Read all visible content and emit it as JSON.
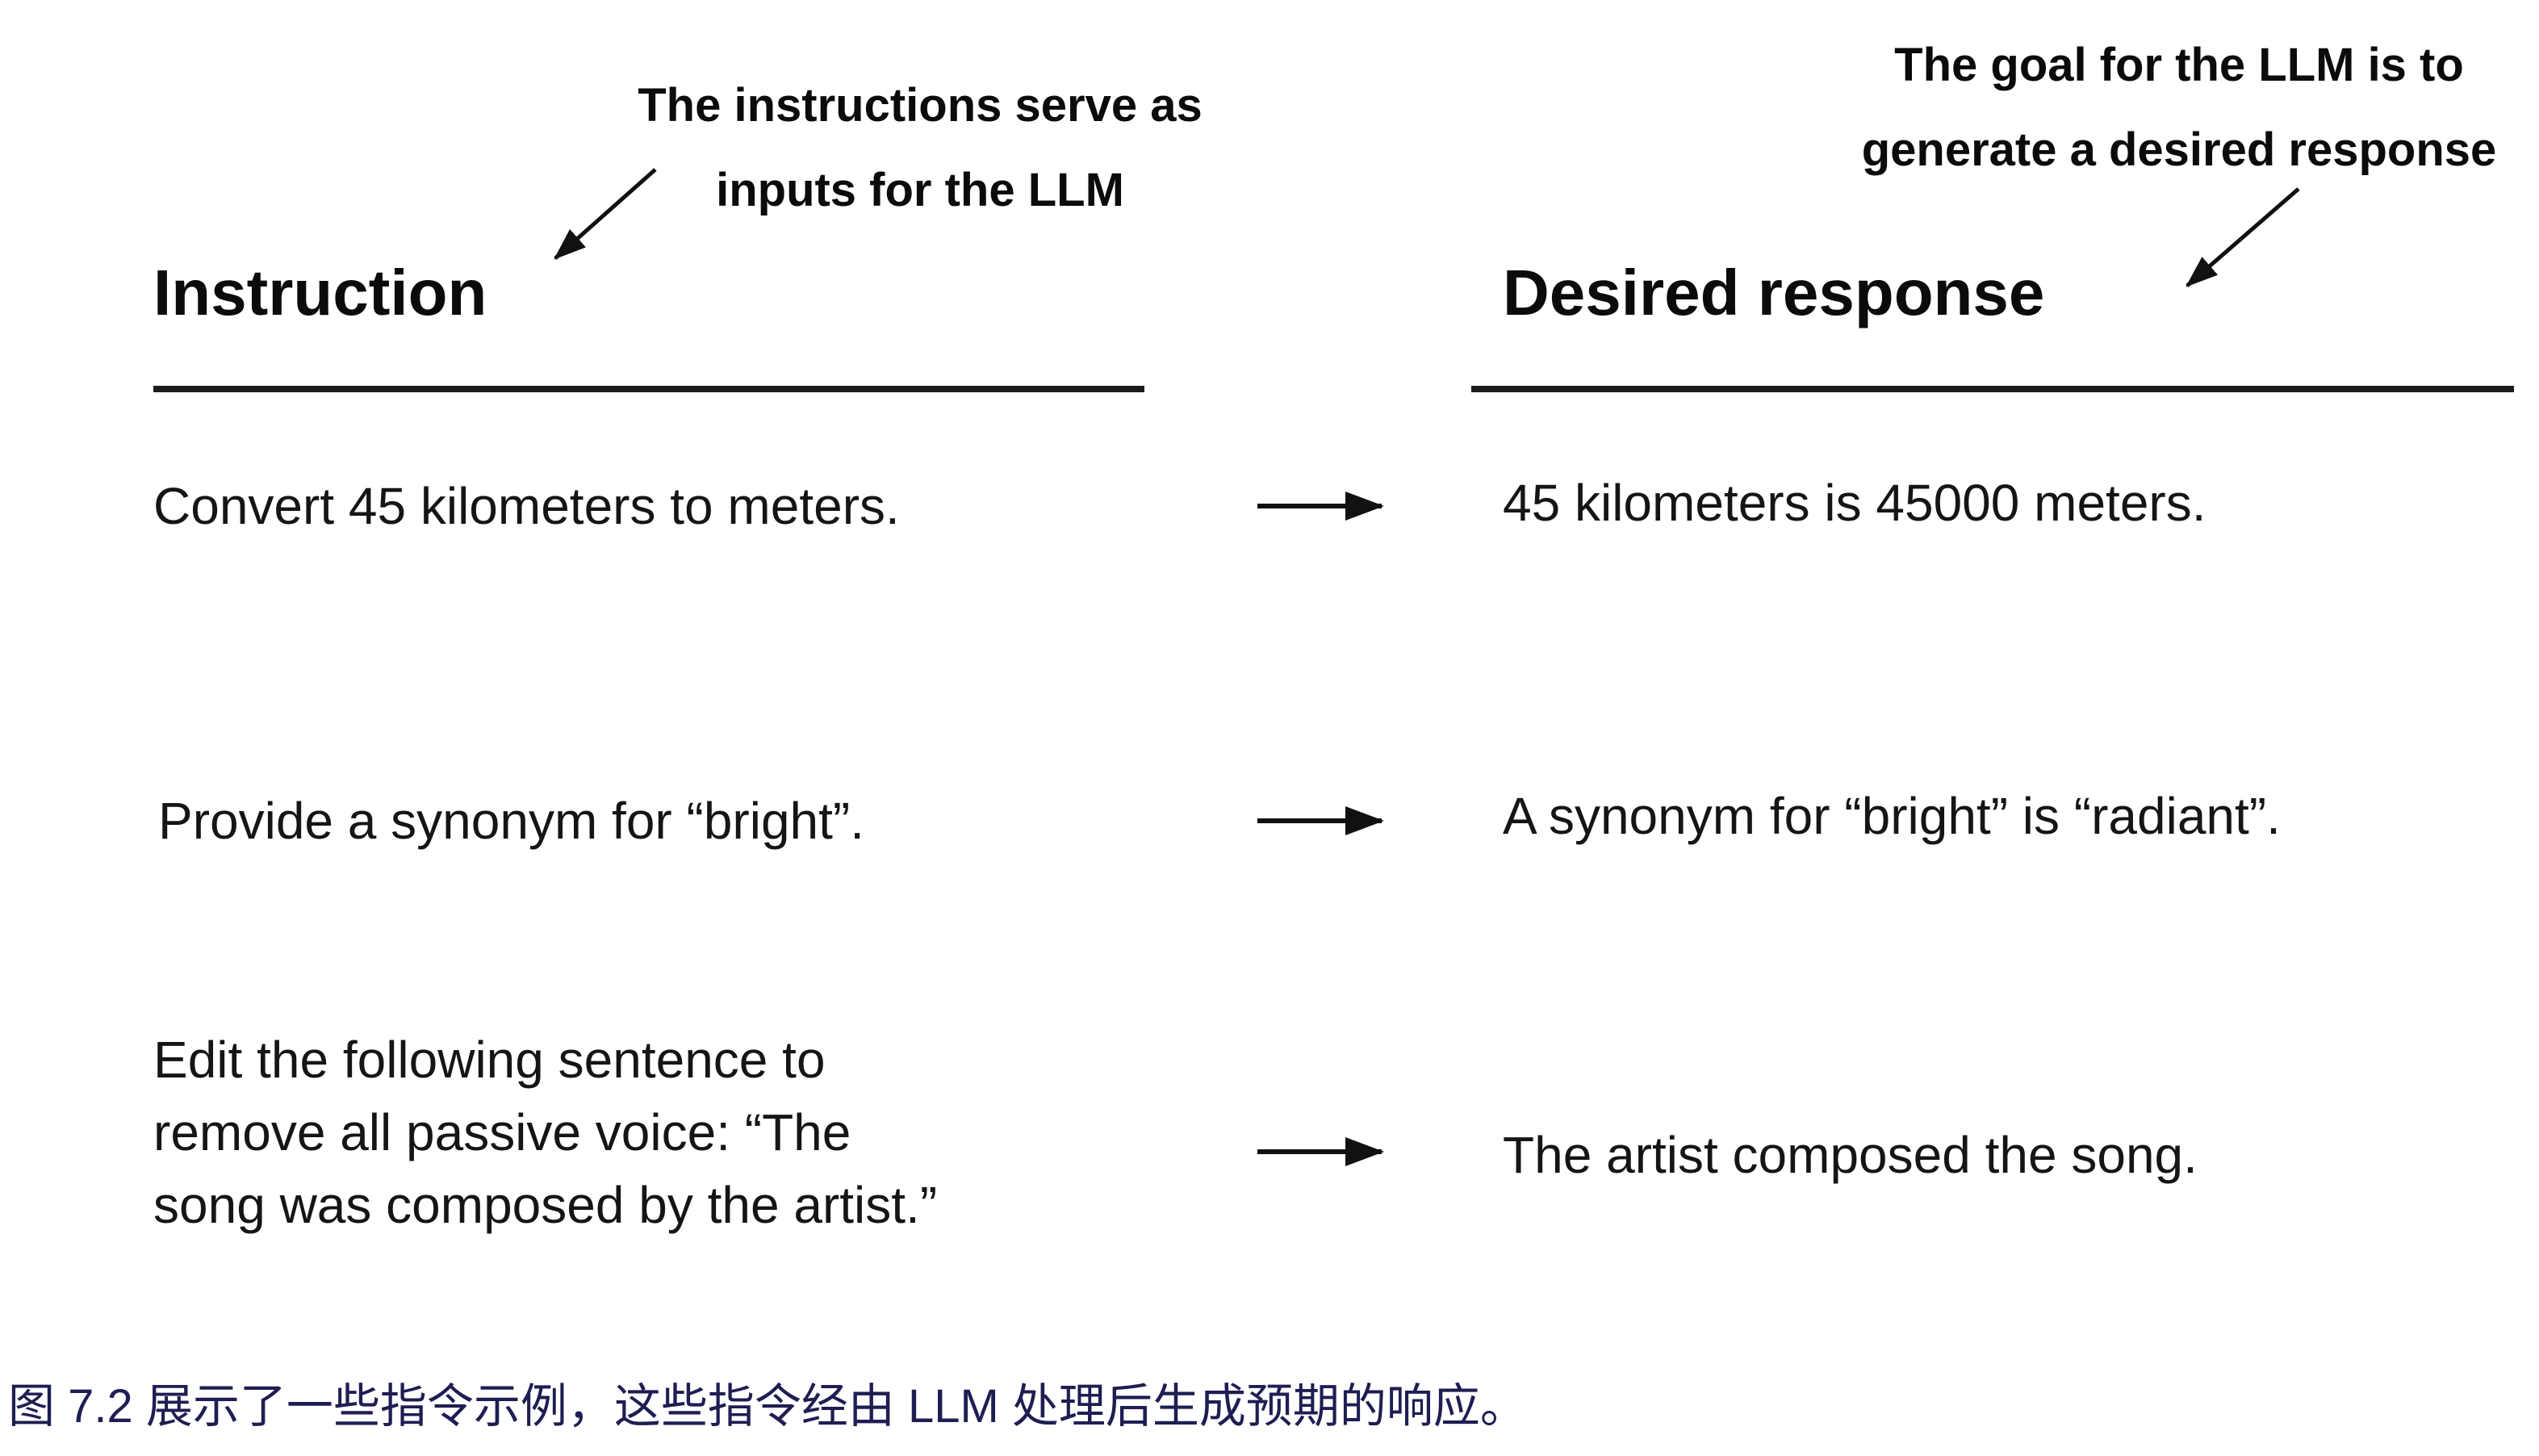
{
  "figure": {
    "annotations": {
      "left": {
        "line1": "The instructions serve as",
        "line2": "inputs for the LLM"
      },
      "right": {
        "line1": "The goal for the LLM is to",
        "line2": "generate a desired response"
      }
    },
    "columns": {
      "left_header": "Instruction",
      "right_header": "Desired response"
    },
    "rows": [
      {
        "instruction": "Convert 45 kilometers to meters.",
        "response": "45 kilometers is 45000 meters."
      },
      {
        "instruction": "Provide a synonym for “bright”.",
        "response": "A synonym for “bright” is “radiant”."
      },
      {
        "instruction": "Edit the following sentence to remove all passive voice: “The song was composed by the artist.”",
        "response": "The artist composed the song."
      }
    ],
    "caption": "图 7.2 展示了一些指令示例，这些指令经由 LLM 处理后生成预期的响应。",
    "colors": {
      "text": "#111111",
      "caption": "#1e1e52",
      "background": "#ffffff",
      "arrow": "#111111"
    }
  }
}
